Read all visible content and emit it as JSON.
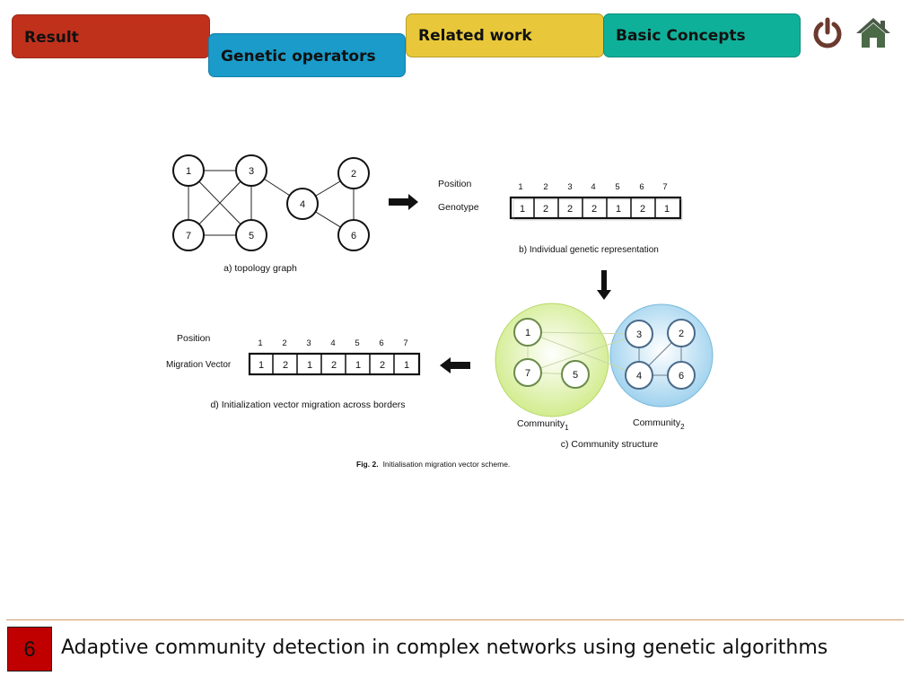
{
  "nav": {
    "tabs": [
      {
        "label": "Result"
      },
      {
        "label": "Genetic operators"
      },
      {
        "label": "Related work"
      },
      {
        "label": "Basic Concepts"
      }
    ],
    "power_icon": "power-icon",
    "home_icon": "home-icon"
  },
  "figure": {
    "topology_nodes": [
      "1",
      "3",
      "2",
      "4",
      "7",
      "5",
      "6"
    ],
    "topology_caption": "a) topology graph",
    "position_label": "Position",
    "genotype_label": "Genotype",
    "positions": [
      "1",
      "2",
      "3",
      "4",
      "5",
      "6",
      "7"
    ],
    "genotype": [
      "1",
      "2",
      "2",
      "2",
      "1",
      "2",
      "1"
    ],
    "genotype_caption": "b) Individual genetic representation",
    "community_nodes": [
      "1",
      "7",
      "5",
      "3",
      "2",
      "4",
      "6"
    ],
    "community1_label": "Community",
    "community1_sub": "1",
    "community2_label": "Community",
    "community2_sub": "2",
    "community_caption": "c) Community structure",
    "migration_position_label": "Position",
    "migration_vector_label": "Migration Vector",
    "migration_vector": [
      "1",
      "2",
      "1",
      "2",
      "1",
      "2",
      "1"
    ],
    "migration_caption": "d) Initialization vector migration across borders",
    "fig_label": "Fig. 2.",
    "fig_caption": "Initialisation migration vector scheme."
  },
  "footer": {
    "page_number": "6",
    "title": "Adaptive community detection in complex networks using genetic algorithms"
  }
}
